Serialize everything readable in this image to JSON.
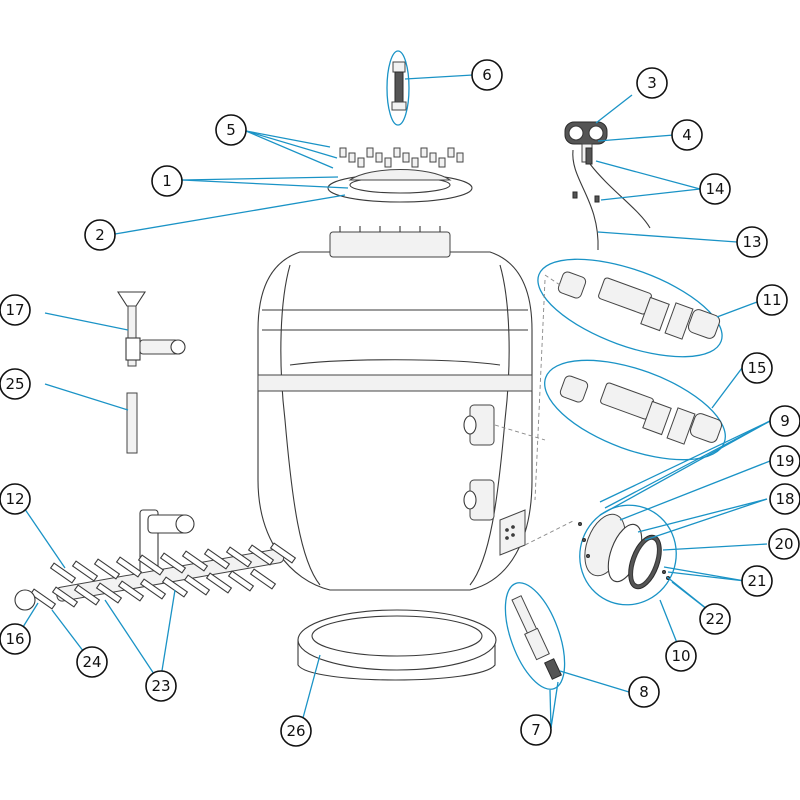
{
  "diagram": {
    "callouts": [
      {
        "id": "callout-1",
        "label": "1"
      },
      {
        "id": "callout-2",
        "label": "2"
      },
      {
        "id": "callout-3",
        "label": "3"
      },
      {
        "id": "callout-4",
        "label": "4"
      },
      {
        "id": "callout-5",
        "label": "5"
      },
      {
        "id": "callout-6",
        "label": "6"
      },
      {
        "id": "callout-7",
        "label": "7"
      },
      {
        "id": "callout-8",
        "label": "8"
      },
      {
        "id": "callout-9",
        "label": "9"
      },
      {
        "id": "callout-10",
        "label": "10"
      },
      {
        "id": "callout-11",
        "label": "11"
      },
      {
        "id": "callout-12",
        "label": "12"
      },
      {
        "id": "callout-13",
        "label": "13"
      },
      {
        "id": "callout-14",
        "label": "14"
      },
      {
        "id": "callout-15",
        "label": "15"
      },
      {
        "id": "callout-16",
        "label": "16"
      },
      {
        "id": "callout-17",
        "label": "17"
      },
      {
        "id": "callout-18",
        "label": "18"
      },
      {
        "id": "callout-19",
        "label": "19"
      },
      {
        "id": "callout-20",
        "label": "20"
      },
      {
        "id": "callout-21",
        "label": "21"
      },
      {
        "id": "callout-22",
        "label": "22"
      },
      {
        "id": "callout-23",
        "label": "23"
      },
      {
        "id": "callout-24",
        "label": "24"
      },
      {
        "id": "callout-25",
        "label": "25"
      },
      {
        "id": "callout-26",
        "label": "26"
      }
    ],
    "colors": {
      "leader_line": "#1a93c6",
      "outline": "#3a3a3a",
      "background": "#ffffff"
    }
  }
}
